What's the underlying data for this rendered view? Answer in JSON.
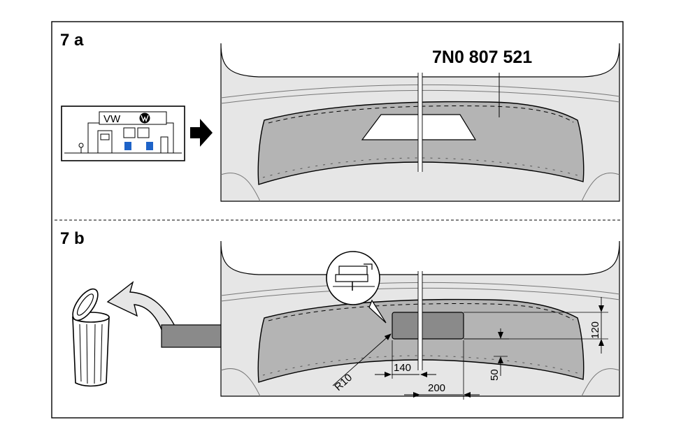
{
  "panel_a": {
    "step_label": "7 a",
    "part_number": "7N0 807 521",
    "dealer_sign": "VW"
  },
  "panel_b": {
    "step_label": "7 b",
    "dimensions": {
      "width_small": "140",
      "width_large": "200",
      "radius": "R10",
      "height_right": "120",
      "height_bottom": "50"
    }
  },
  "colors": {
    "bumper_light": "#e6e6e6",
    "bumper_insert": "#b4b4b4",
    "cutout_dark": "#8a8a8a",
    "line": "#000000",
    "accent_blue": "#1e63c8"
  },
  "icons": [
    "dealer-building-icon",
    "arrow-right-icon",
    "trash-can-icon",
    "curved-arrow-icon",
    "jigsaw-icon"
  ]
}
